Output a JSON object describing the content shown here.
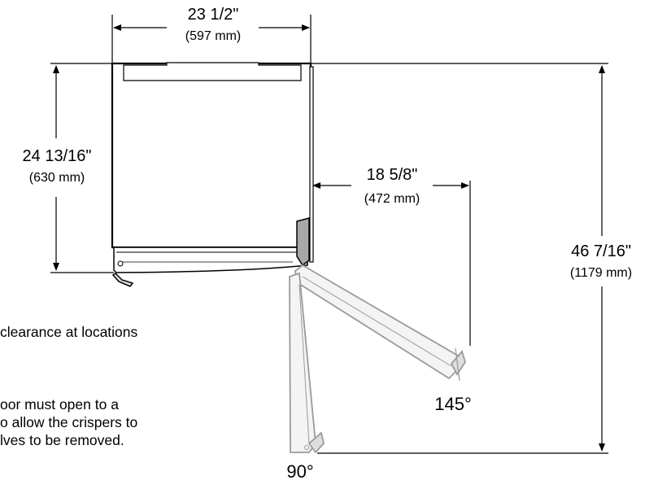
{
  "dimensions": {
    "width": {
      "inch": "23 1/2\"",
      "mm": "(597 mm)"
    },
    "depth": {
      "inch": "24 13/16\"",
      "mm": "(630 mm)"
    },
    "door_clearance": {
      "inch": "18 5/8\"",
      "mm": "(472 mm)"
    },
    "total_depth_door_open": {
      "inch": "46 7/16\"",
      "mm": "(1179 mm)"
    }
  },
  "angles": {
    "open_145": "145°",
    "open_90": "90°"
  },
  "notes": {
    "line1": "clearance at locations",
    "line2": "oor must open to a",
    "line3": "o allow the crispers to",
    "line4": "lves to be removed."
  },
  "colors": {
    "line": "#000000",
    "door_outline": "#9a9a9a",
    "door_fill": "#f2f2f2",
    "handle": "#a8a8a8"
  }
}
